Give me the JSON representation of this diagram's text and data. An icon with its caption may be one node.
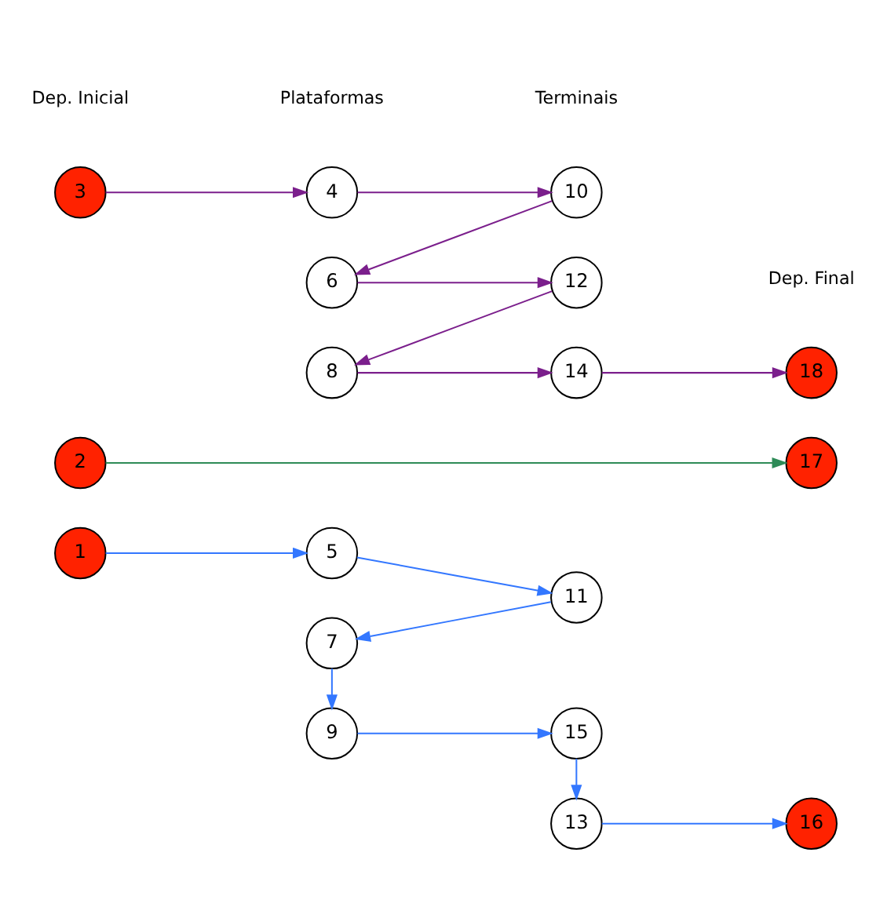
{
  "diagram": {
    "nodes": [
      {
        "text": [
          "1"
        ]
      },
      {
        "text": [
          "2"
        ]
      },
      {
        "text": [
          "3"
        ]
      },
      {
        "text": [
          "4"
        ]
      },
      {
        "text": [
          "5"
        ]
      },
      {
        "text": [
          "6"
        ]
      },
      {
        "text": [
          "7"
        ]
      },
      {
        "text": [
          "8"
        ]
      },
      {
        "text": [
          "9"
        ]
      },
      {
        "text": [
          "10"
        ]
      },
      {
        "text": [
          "11"
        ]
      },
      {
        "text": [
          "12"
        ]
      },
      {
        "text": [
          "13"
        ]
      },
      {
        "text": [
          "14"
        ]
      },
      {
        "text": [
          "15"
        ]
      },
      {
        "text": [
          "16"
        ]
      },
      {
        "text": [
          "17"
        ]
      },
      {
        "text": [
          "18"
        ]
      }
    ],
    "edges": [
      {
        "from": 0,
        "to": 4,
        "arrow": "to",
        "color": "#3377ff"
      },
      {
        "from": 2,
        "to": 3,
        "arrow": "to",
        "color": "#7b1f8c"
      },
      {
        "from": 3,
        "to": 9,
        "arrow": "to",
        "color": "#7b1f8c"
      },
      {
        "from": 9,
        "to": 5,
        "arrow": "to",
        "color": "#7b1f8c"
      },
      {
        "from": 4,
        "to": 10,
        "arrow": "to",
        "color": "#3377ff"
      },
      {
        "from": 10,
        "to": 6,
        "arrow": "to",
        "color": "#3377ff"
      },
      {
        "from": 5,
        "to": 11,
        "arrow": "to",
        "color": "#7b1f8c"
      },
      {
        "from": 11,
        "to": 7,
        "arrow": "to",
        "color": "#7b1f8c"
      },
      {
        "from": 1,
        "to": 16,
        "arrow": "to",
        "color": "#2e8b57"
      },
      {
        "from": 12,
        "to": 15,
        "arrow": "to",
        "color": "#3377ff"
      },
      {
        "from": 6,
        "to": 8,
        "arrow": "to",
        "color": "#3377ff"
      },
      {
        "from": 7,
        "to": 13,
        "arrow": "to",
        "color": "#7b1f8c"
      },
      {
        "from": 13,
        "to": 17,
        "arrow": "to",
        "color": "#7b1f8c"
      },
      {
        "from": 8,
        "to": 14,
        "arrow": "to",
        "color": "#3377ff"
      },
      {
        "from": 14,
        "to": 12,
        "arrow": "to",
        "color": "#3377ff"
      }
    ],
    "labels": [
      "Plataformas",
      "Terminais",
      "Dep. Inicial",
      "Dep. Final"
    ]
  }
}
